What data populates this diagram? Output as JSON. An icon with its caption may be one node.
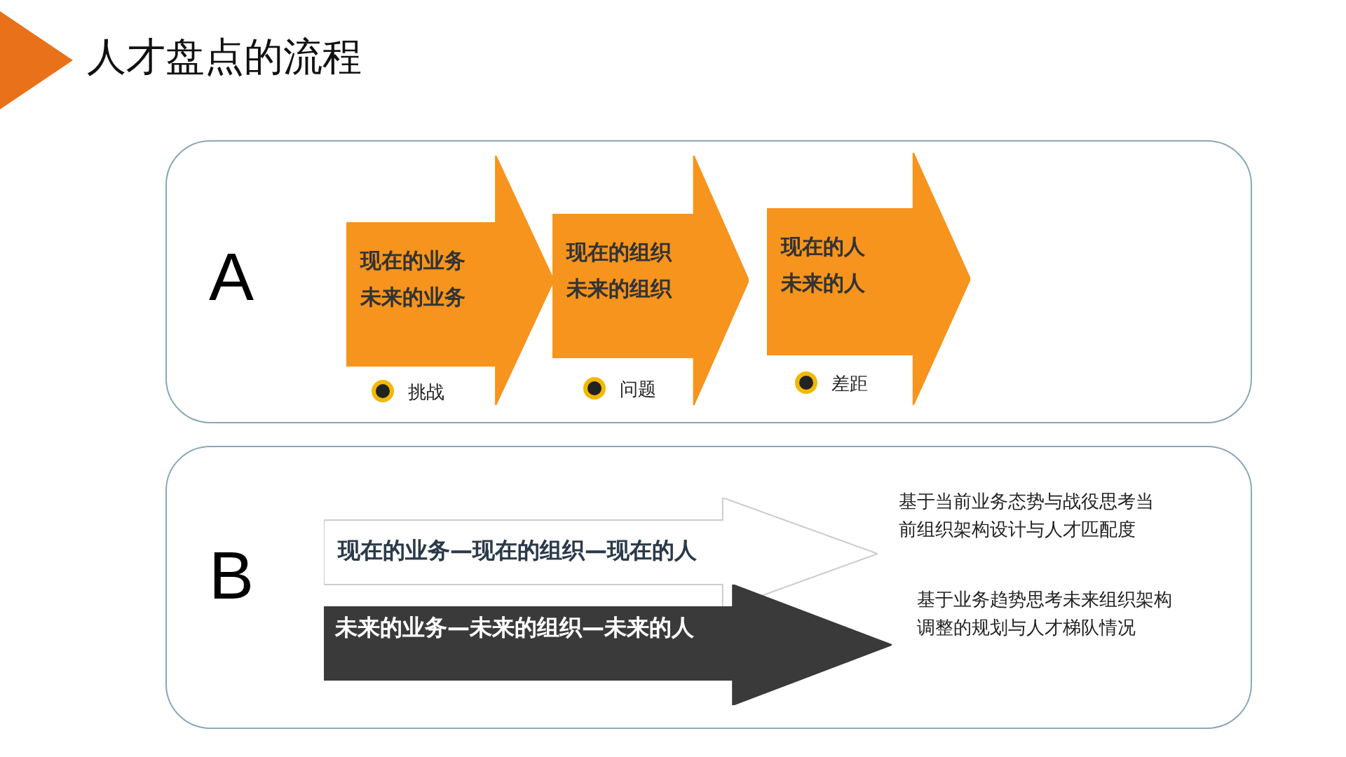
{
  "diagram": {
    "title": "人才盘点的流程",
    "nodes": [
      {
        "text": [
          "A"
        ]
      },
      {
        "text": [
          "现在的业务",
          "未来的业务"
        ],
        "in": 0,
        "beside": [
          "挑战"
        ]
      },
      {
        "text": [
          "现在的组织",
          "未来的组织"
        ],
        "in": 0,
        "beside": [
          "问题"
        ]
      },
      {
        "text": [
          "现在的人",
          "未来的人"
        ],
        "in": 0,
        "beside": [
          "差距"
        ]
      },
      {
        "text": [
          "B"
        ]
      },
      {
        "text": [
          "现在的业务—现在的组织—现在的人"
        ],
        "in": 4,
        "beside": [
          "基于当前业务态势与战役思考当前组织架构设计与人才匹配度"
        ]
      },
      {
        "text": [
          "未来的业务—未来的组织—未来的人"
        ],
        "in": 4,
        "beside": [
          "基于业务趋势思考未来组织架构调整的规划与人才梯队情况"
        ]
      }
    ],
    "edges": []
  }
}
